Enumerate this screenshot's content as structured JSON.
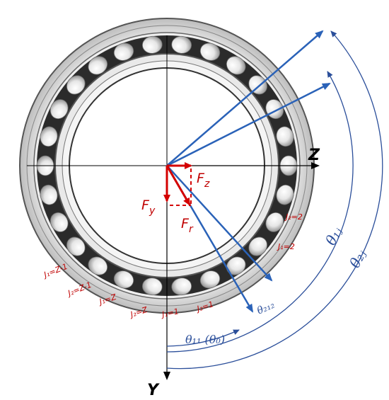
{
  "axes": {
    "z_label": "Z",
    "y_label": "Y"
  },
  "forces": {
    "fz": {
      "main": "F",
      "sub": "z"
    },
    "fy": {
      "main": "F",
      "sub": "y"
    },
    "fr": {
      "main": "F",
      "sub": "r"
    }
  },
  "ball_labels": {
    "right_upper": "J₂=2",
    "right_lower": "J₁=2",
    "left_1": "J₁=Z-1",
    "left_2": "J₂=Z-1",
    "bottom_1": "J₁=Z",
    "bottom_2": "J₂=Z",
    "bottom_3": "J₁=1",
    "bottom_4": "J₂=1"
  },
  "angles": {
    "theta_1j": "θ₁ⱼ",
    "theta_2j": "θ₂ⱼ",
    "theta_11": "θ₁₁ (θ₀)",
    "theta_212": "θ₂₁₂"
  },
  "colors": {
    "vector_blue": "#2a62b8",
    "force_red": "#d40000",
    "label_red": "#c00000",
    "arc_blue": "#2a4e9a"
  }
}
